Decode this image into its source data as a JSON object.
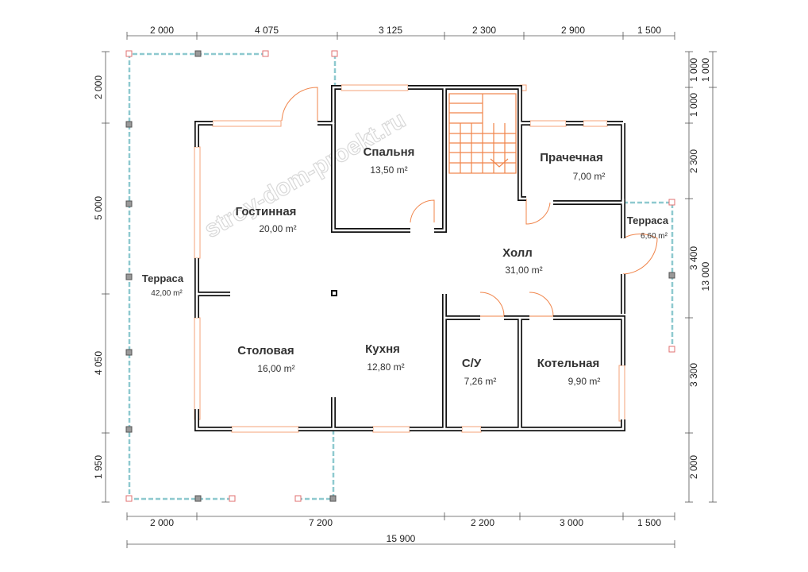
{
  "dimensions": {
    "top": [
      "2 000",
      "4 075",
      "3 125",
      "2 300",
      "2 900",
      "1 500"
    ],
    "bottom": [
      "2 000",
      "7 200",
      "2 200",
      "3 000",
      "1 500"
    ],
    "total_width": "15 900",
    "left": [
      "2 000",
      "5 000",
      "4 050",
      "1 950"
    ],
    "right_inner": [
      "1 000",
      "1 000",
      "2 300",
      "3 400",
      "3 300",
      "2 000"
    ],
    "right_outer": [
      "1 000",
      "13 000"
    ]
  },
  "rooms": [
    {
      "name": "Спальня",
      "area": "13,50 m²"
    },
    {
      "name": "Прачечная",
      "area": "7,00 m²"
    },
    {
      "name": "Гостинная",
      "area": "20,00 m²"
    },
    {
      "name": "Холл",
      "area": "31,00 m²"
    },
    {
      "name": "Столовая",
      "area": "16,00 m²"
    },
    {
      "name": "Кухня",
      "area": "12,80 m²"
    },
    {
      "name": "С/У",
      "area": "7,26 m²"
    },
    {
      "name": "Котельная",
      "area": "9,90 m²"
    }
  ],
  "terraces": [
    {
      "name": "Терраса",
      "area": "42,00 m²"
    },
    {
      "name": "Терраса",
      "area": "6,60 m²"
    }
  ],
  "watermark": "stroy-dom-proekt.ru",
  "colors": {
    "wall": "#111111",
    "window": "#f5a37a",
    "railing": "#8ec9cf",
    "door_arc": "#f0844a",
    "post": "#e07070"
  }
}
